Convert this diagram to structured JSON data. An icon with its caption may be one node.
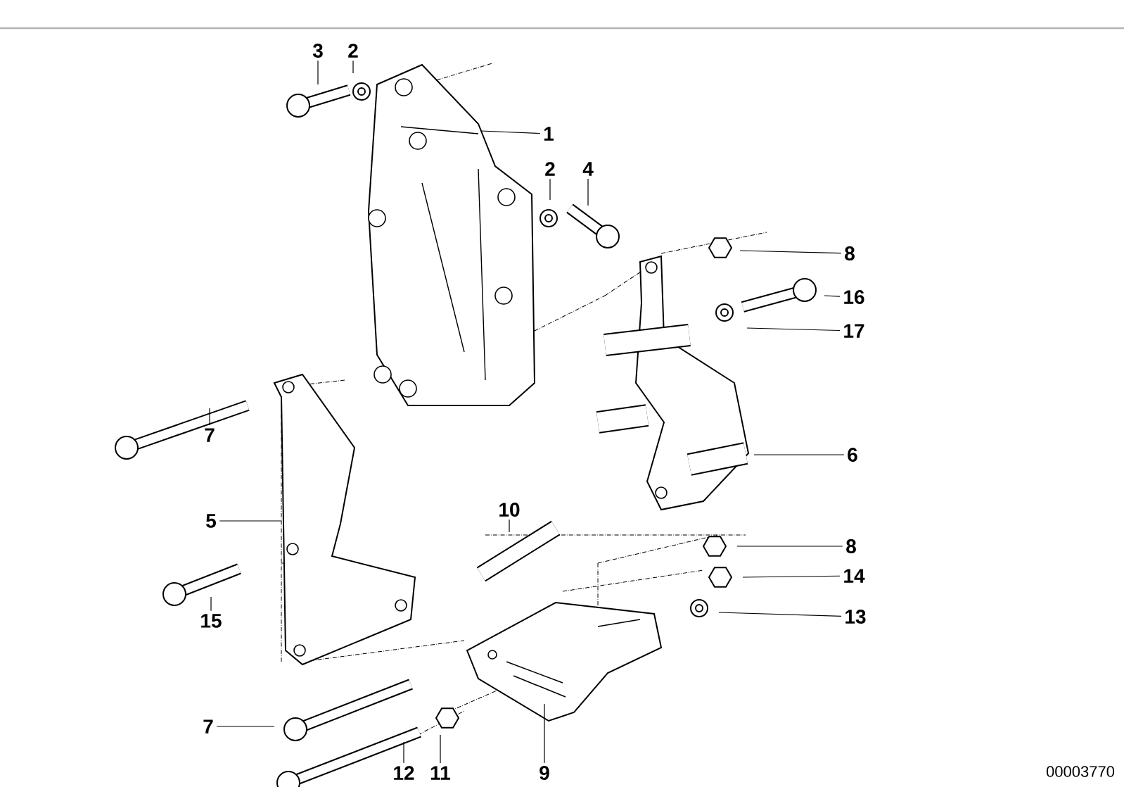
{
  "diagram": {
    "nodes": [
      {
        "text": [
          "3"
        ]
      },
      {
        "text": [
          "2"
        ]
      },
      {
        "text": [
          "1"
        ]
      },
      {
        "text": [
          "2"
        ]
      },
      {
        "text": [
          "4"
        ]
      },
      {
        "text": [
          "8"
        ]
      },
      {
        "text": [
          "16"
        ]
      },
      {
        "text": [
          "17"
        ]
      },
      {
        "text": [
          "7"
        ]
      },
      {
        "text": [
          "6"
        ]
      },
      {
        "text": [
          "5"
        ]
      },
      {
        "text": [
          "10"
        ]
      },
      {
        "text": [
          "8"
        ]
      },
      {
        "text": [
          "14"
        ]
      },
      {
        "text": [
          "13"
        ]
      },
      {
        "text": [
          "15"
        ]
      },
      {
        "text": [
          "7"
        ]
      },
      {
        "text": [
          "12"
        ]
      },
      {
        "text": [
          "11"
        ]
      },
      {
        "text": [
          "9"
        ]
      }
    ],
    "edges": [
      {
        "from": 0,
        "to": null,
        "arrow": "none"
      },
      {
        "from": 1,
        "to": null,
        "arrow": "none"
      },
      {
        "from": 2,
        "to": null,
        "arrow": "none"
      },
      {
        "from": 3,
        "to": null,
        "arrow": "none"
      },
      {
        "from": 4,
        "to": null,
        "arrow": "none"
      },
      {
        "from": 5,
        "to": null,
        "arrow": "none"
      },
      {
        "from": 6,
        "to": null,
        "arrow": "none"
      },
      {
        "from": 7,
        "to": null,
        "arrow": "none"
      },
      {
        "from": 8,
        "to": null,
        "arrow": "none"
      },
      {
        "from": 9,
        "to": null,
        "arrow": "none"
      },
      {
        "from": 10,
        "to": null,
        "arrow": "none"
      },
      {
        "from": 11,
        "to": null,
        "arrow": "none"
      },
      {
        "from": 12,
        "to": null,
        "arrow": "none"
      },
      {
        "from": 13,
        "to": null,
        "arrow": "none"
      },
      {
        "from": 14,
        "to": null,
        "arrow": "none"
      },
      {
        "from": 15,
        "to": null,
        "arrow": "none"
      },
      {
        "from": 16,
        "to": null,
        "arrow": "none"
      },
      {
        "from": 17,
        "to": null,
        "arrow": "none"
      },
      {
        "from": 18,
        "to": null,
        "arrow": "none"
      },
      {
        "from": 19,
        "to": null,
        "arrow": "none"
      }
    ],
    "labels": [
      "00003770"
    ]
  }
}
